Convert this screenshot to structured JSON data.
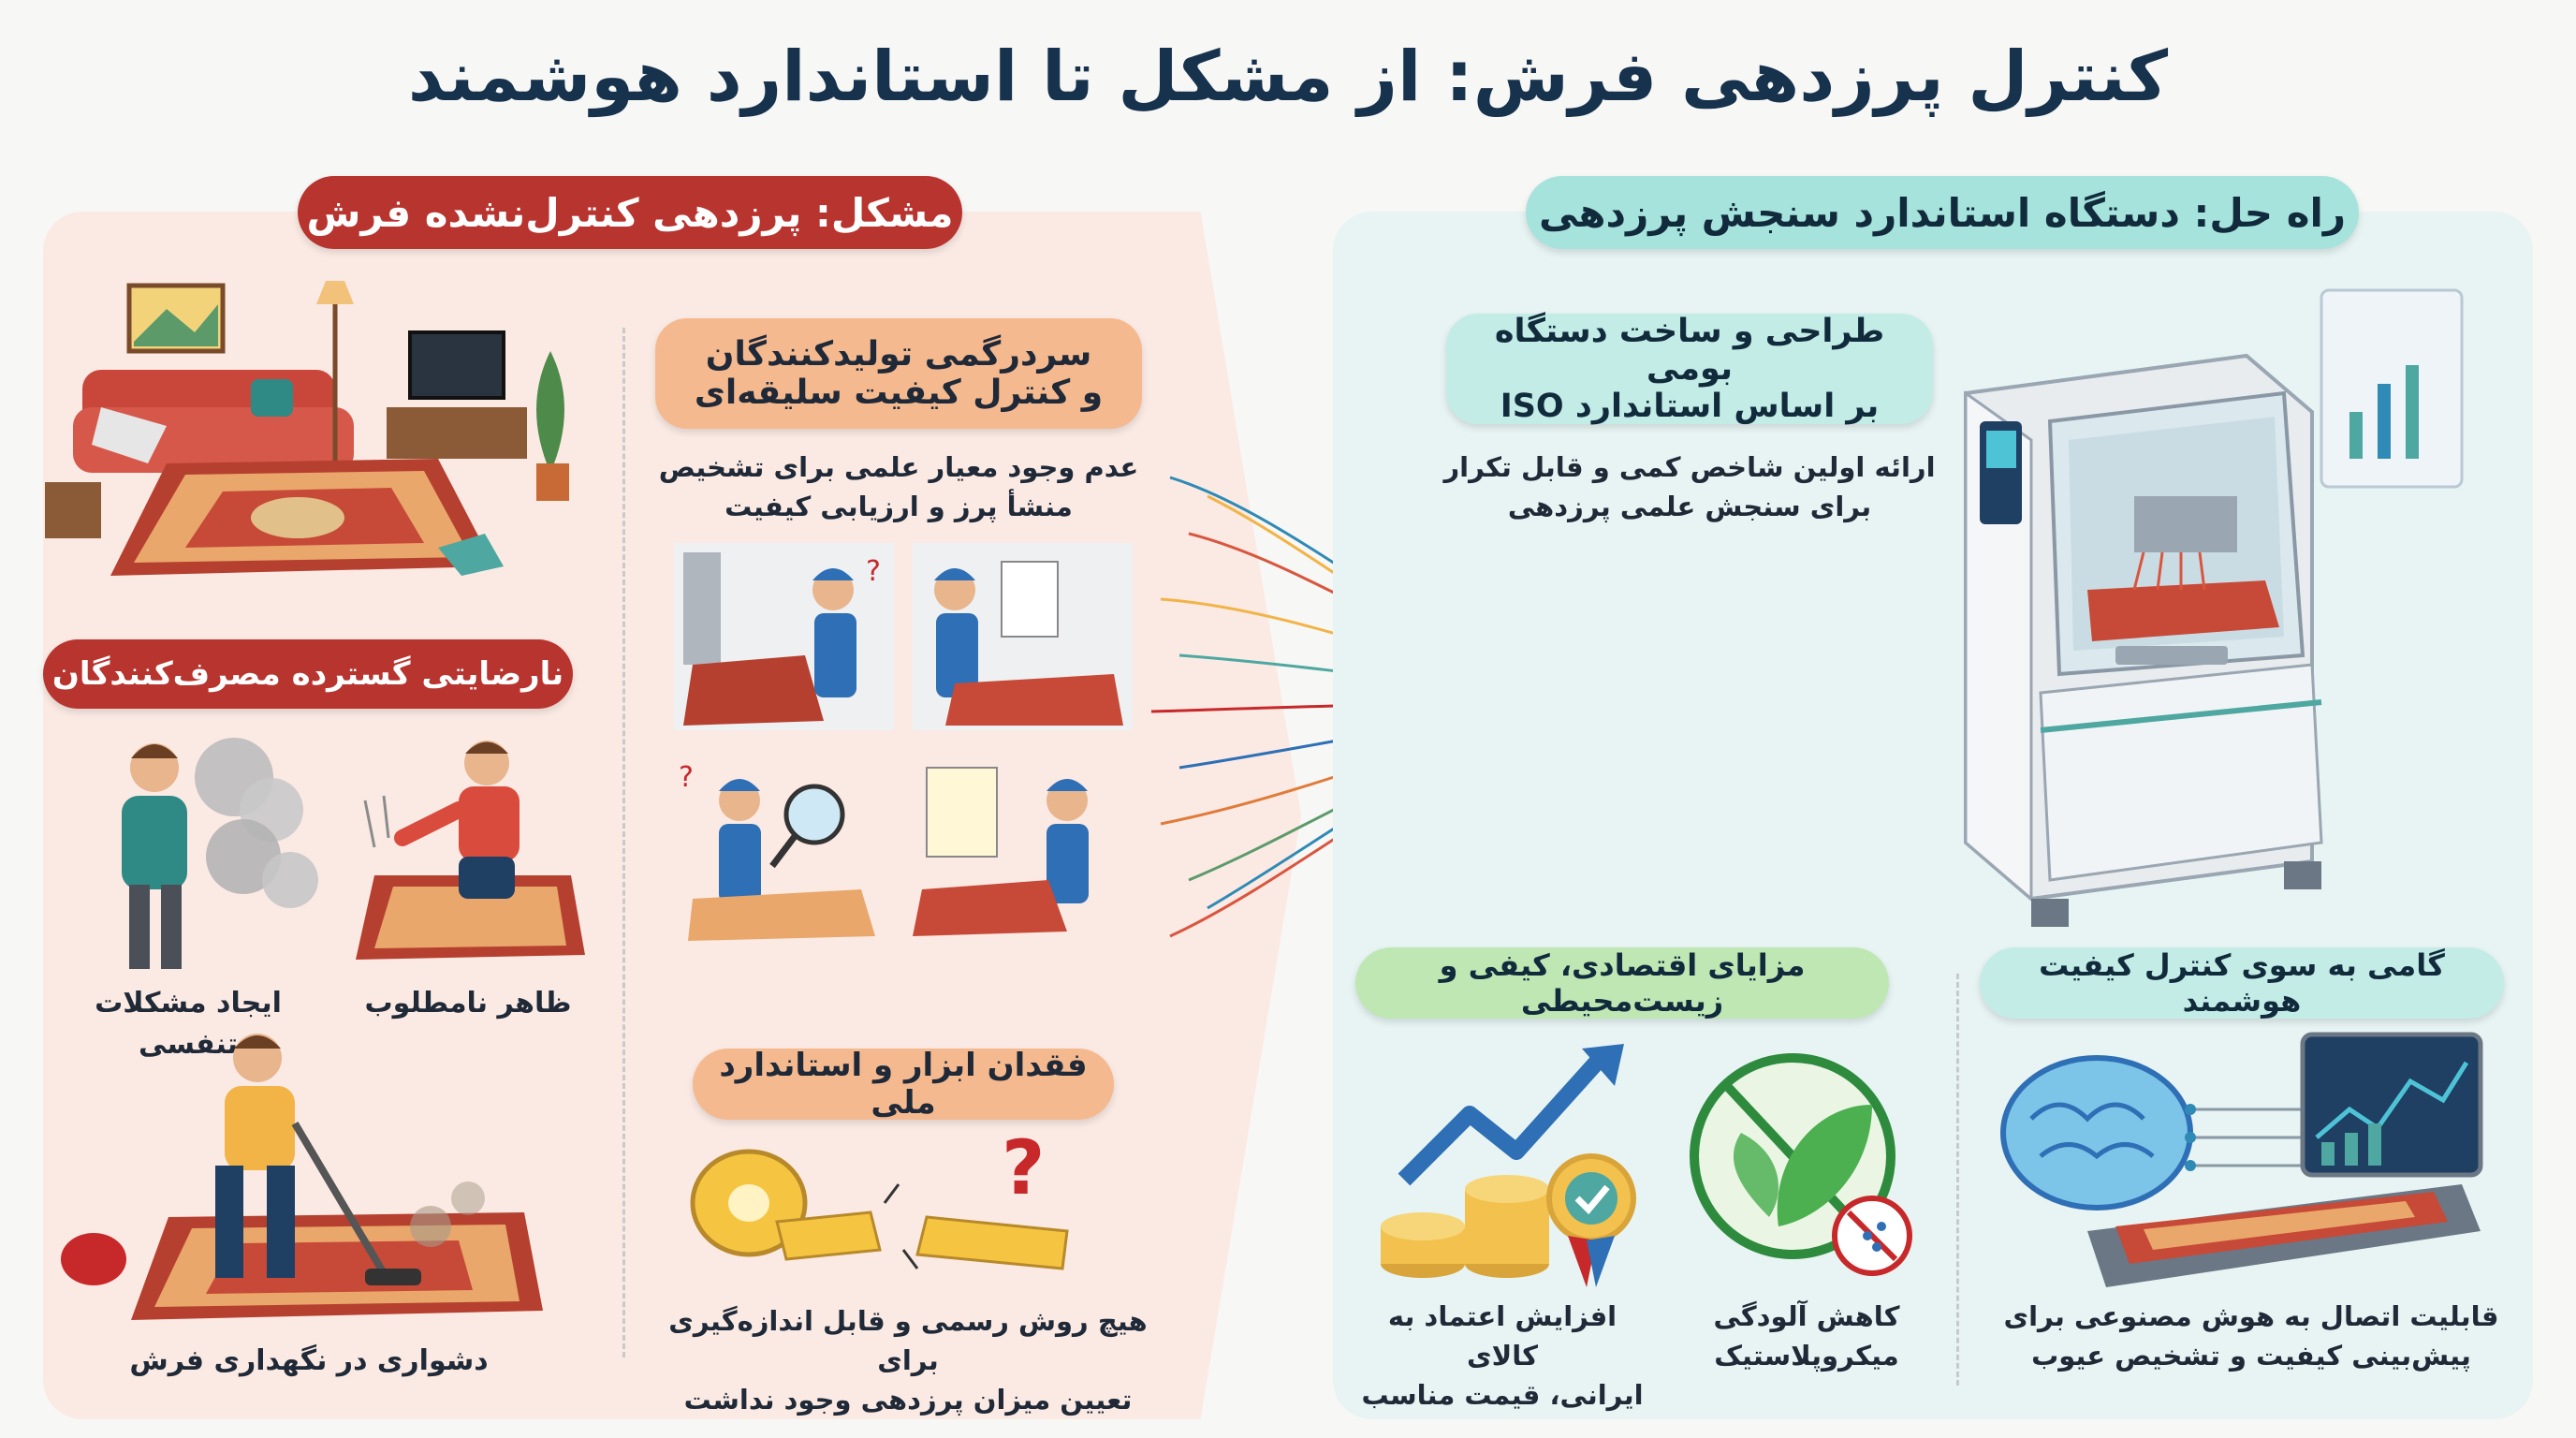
{
  "title": "کنترل پرزدهی فرش: از مشکل تا استاندارد هوشمند",
  "problem": {
    "header": "مشکل: پرزدهی کنترل‌نشده فرش",
    "dissatisfaction_header": "نارضایتی گسترده مصرف‌کنندگان",
    "caption_breathing": "ایجاد مشکلات تنفسی",
    "caption_appearance": "ظاهر نامطلوب",
    "caption_maintenance": "دشواری در نگهداری فرش",
    "confusion_header_line1": "سردرگمی تولیدکنندگان",
    "confusion_header_line2": "و کنترل کیفیت سلیقه‌ای",
    "confusion_text_line1": "عدم وجود معیار علمی برای تشخیص",
    "confusion_text_line2": "منشأ پرز و ارزیابی کیفیت",
    "tools_header": "فقدان ابزار و استاندارد ملی",
    "tools_text_line1": "هیچ روش رسمی و قابل اندازه‌گیری برای",
    "tools_text_line2": "تعیین میزان پرزدهی وجود نداشت"
  },
  "solution": {
    "header": "راه حل: دستگاه استاندارد سنجش پرزدهی",
    "device_header_line1": "طراحی و ساخت دستگاه بومی",
    "device_header_line2": "بر اساس استاندارد ISO",
    "device_text_line1": "ارائه اولین شاخص کمی و قابل تکرار",
    "device_text_line2": "برای سنجش علمی پرزدهی",
    "benefits_header": "مزایای اقتصادی، کیفی و زیست‌محیطی",
    "benefit_trust_line1": "افزایش اعتماد به کالای",
    "benefit_trust_line2": "ایرانی، قیمت مناسب",
    "benefit_pollution_line1": "کاهش آلودگی",
    "benefit_pollution_line2": "میکروپلاستیک",
    "smart_header": "گامی به سوی کنترل کیفیت هوشمند",
    "smart_text_line1": "قابلیت اتصال به هوش مصنوعی برای",
    "smart_text_line2": "پیش‌بینی کیفیت و تشخیص عیوب"
  },
  "colors": {
    "problem_accent": "#b8342f",
    "solution_accent": "#a6e3dc",
    "title": "#17324d"
  }
}
